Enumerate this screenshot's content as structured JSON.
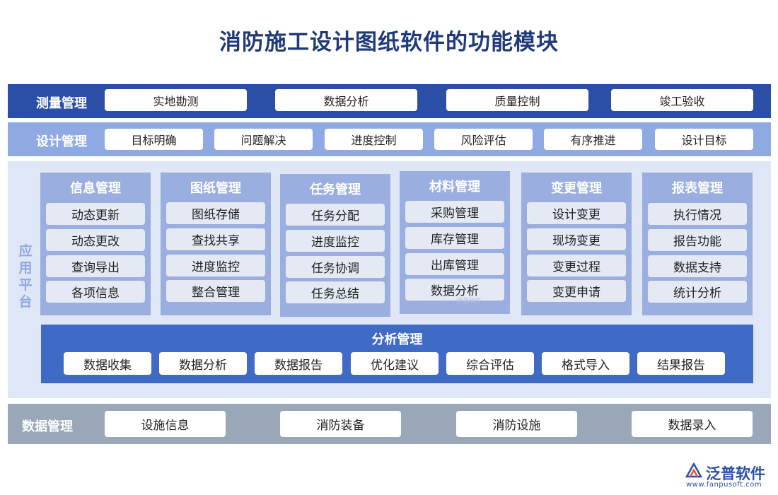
{
  "title": "消防施工设计图纸软件的功能模块",
  "survey": {
    "label": "测量管理",
    "items": [
      "实地勘测",
      "数据分析",
      "质量控制",
      "竣工验收"
    ]
  },
  "design": {
    "label": "设计管理",
    "items": [
      "目标明确",
      "问题解决",
      "进度控制",
      "风险评估",
      "有序推进",
      "设计目标"
    ]
  },
  "app": {
    "label": "应用平台",
    "modules": [
      {
        "title": "信息管理",
        "items": [
          "动态更新",
          "动态更改",
          "查询导出",
          "各项信息"
        ]
      },
      {
        "title": "图纸管理",
        "items": [
          "图纸存储",
          "查找共享",
          "进度监控",
          "整合管理"
        ]
      },
      {
        "title": "任务管理",
        "items": [
          "任务分配",
          "进度监控",
          "任务协调",
          "任务总结"
        ]
      },
      {
        "title": "材料管理",
        "items": [
          "采购管理",
          "库存管理",
          "出库管理",
          "数据分析"
        ]
      },
      {
        "title": "变更管理",
        "items": [
          "设计变更",
          "现场变更",
          "变更过程",
          "变更申请"
        ]
      },
      {
        "title": "报表管理",
        "items": [
          "执行情况",
          "报告功能",
          "数据支持",
          "统计分析"
        ]
      }
    ],
    "analysis": {
      "title": "分析管理",
      "items": [
        "数据收集",
        "数据分析",
        "数据报告",
        "优化建议",
        "综合评估",
        "格式导入",
        "结果报告"
      ]
    }
  },
  "data_mgmt": {
    "label": "数据管理",
    "items": [
      "设施信息",
      "消防装备",
      "消防设施",
      "数据录入"
    ]
  },
  "brand": {
    "name": "泛普软件",
    "url": "www.fanpusoft.com",
    "watermark": "泛普软件"
  },
  "colors": {
    "dark_blue": "#2b4fa6",
    "light_blue": "#8fa9e3",
    "module_blue": "#9aafe0",
    "platform_bg": "#dfe6f5",
    "analysis_blue": "#3f6bc6",
    "gray_band": "#9aa7b9",
    "title": "#1f3a78"
  }
}
